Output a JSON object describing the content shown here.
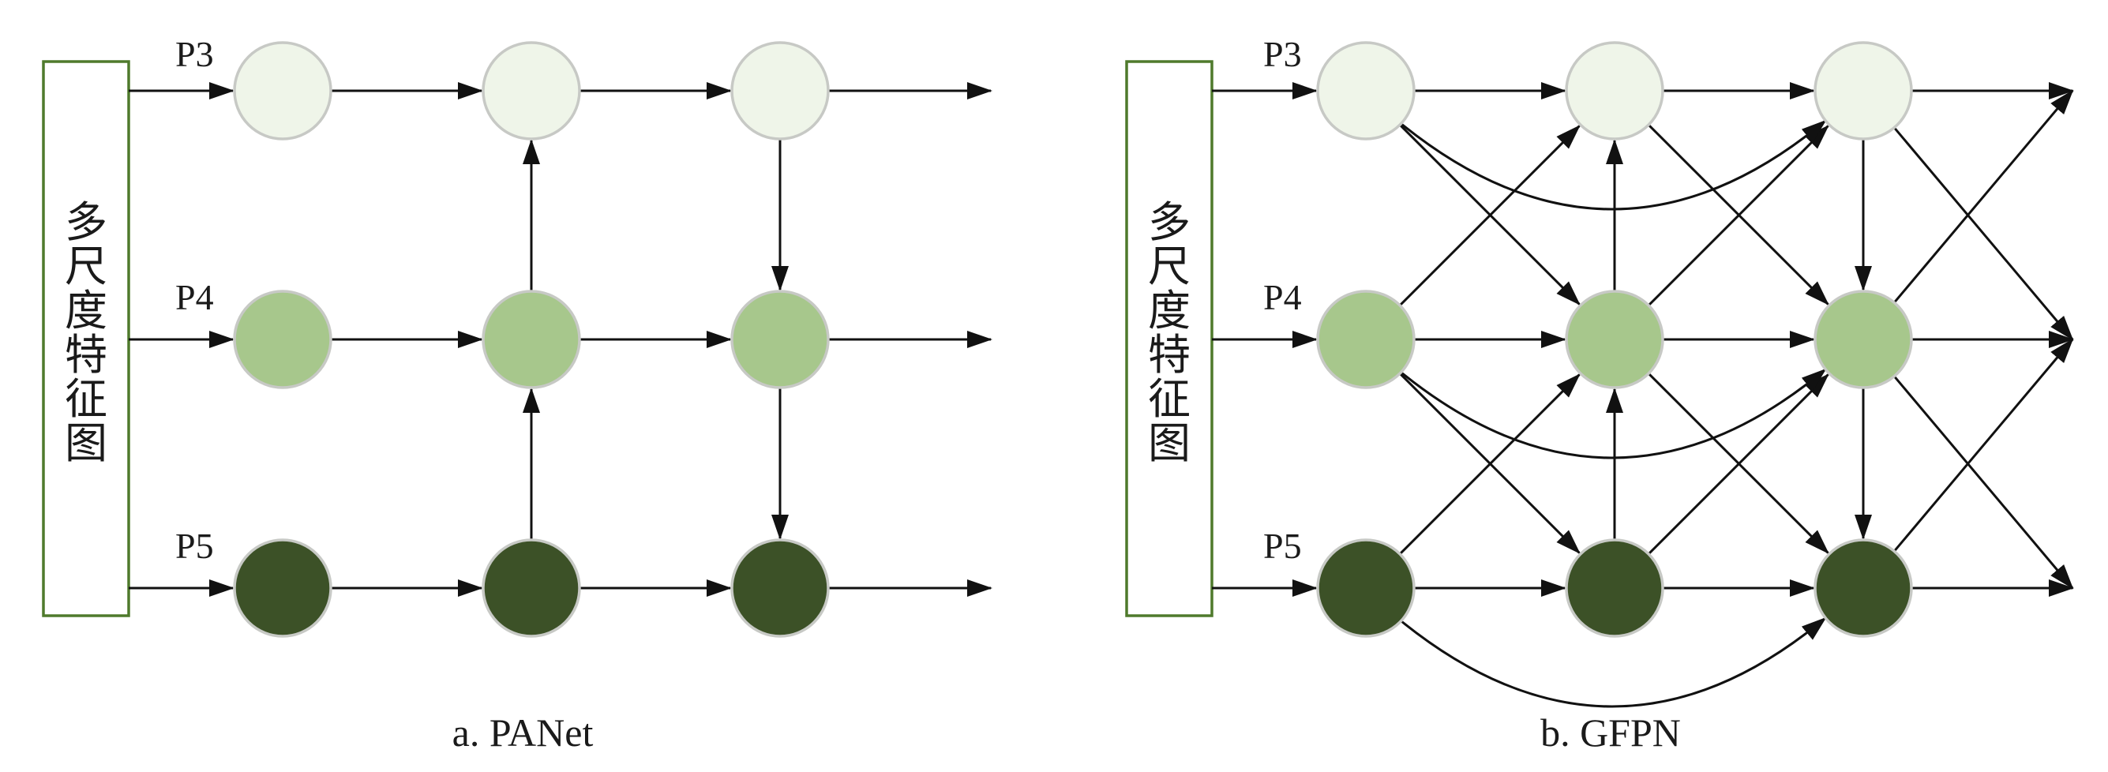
{
  "colors": {
    "p3": "#eff5e9",
    "p4": "#a7c78c",
    "p5": "#3c5127",
    "box_border": "#4f7a2c",
    "edge": "#111111"
  },
  "diagrams": [
    {
      "id": "panet",
      "caption": "a. PANet",
      "box_label": "多尺度特征图",
      "levels": [
        "P3",
        "P4",
        "P5"
      ],
      "edges": [
        [
          "in",
          "P3",
          0,
          0,
          "s"
        ],
        [
          "in",
          "P4",
          0,
          1,
          "s"
        ],
        [
          "in",
          "P5",
          0,
          2,
          "s"
        ],
        [
          0,
          0,
          1,
          0,
          "s"
        ],
        [
          1,
          0,
          2,
          0,
          "s"
        ],
        [
          2,
          0,
          "out",
          0,
          "s"
        ],
        [
          0,
          1,
          1,
          1,
          "s"
        ],
        [
          1,
          1,
          2,
          1,
          "s"
        ],
        [
          2,
          1,
          "out",
          1,
          "s"
        ],
        [
          0,
          2,
          1,
          2,
          "s"
        ],
        [
          1,
          2,
          2,
          2,
          "s"
        ],
        [
          2,
          2,
          "out",
          2,
          "s"
        ],
        [
          1,
          2,
          1,
          1,
          "s"
        ],
        [
          1,
          1,
          1,
          0,
          "s"
        ],
        [
          2,
          0,
          2,
          1,
          "s"
        ],
        [
          2,
          1,
          2,
          2,
          "s"
        ]
      ]
    },
    {
      "id": "gfpn",
      "caption": "b. GFPN",
      "box_label": "多尺度特征图",
      "levels": [
        "P3",
        "P4",
        "P5"
      ],
      "edges": [
        [
          "in",
          "P3",
          0,
          0,
          "s"
        ],
        [
          "in",
          "P4",
          0,
          1,
          "s"
        ],
        [
          "in",
          "P5",
          0,
          2,
          "s"
        ],
        [
          0,
          0,
          1,
          0,
          "s"
        ],
        [
          1,
          0,
          2,
          0,
          "s"
        ],
        [
          2,
          0,
          "out",
          0,
          "s"
        ],
        [
          0,
          1,
          1,
          1,
          "s"
        ],
        [
          1,
          1,
          2,
          1,
          "s"
        ],
        [
          2,
          1,
          "out",
          1,
          "s"
        ],
        [
          0,
          2,
          1,
          2,
          "s"
        ],
        [
          1,
          2,
          2,
          2,
          "s"
        ],
        [
          2,
          2,
          "out",
          2,
          "s"
        ],
        [
          0,
          0,
          1,
          1,
          "s"
        ],
        [
          0,
          1,
          1,
          0,
          "s"
        ],
        [
          0,
          1,
          1,
          2,
          "s"
        ],
        [
          0,
          2,
          1,
          1,
          "s"
        ],
        [
          1,
          0,
          2,
          1,
          "s"
        ],
        [
          1,
          1,
          2,
          0,
          "s"
        ],
        [
          1,
          1,
          2,
          2,
          "s"
        ],
        [
          1,
          2,
          2,
          1,
          "s"
        ],
        [
          2,
          0,
          "out",
          1,
          "s"
        ],
        [
          2,
          1,
          "out",
          0,
          "s"
        ],
        [
          2,
          1,
          "out",
          2,
          "s"
        ],
        [
          2,
          2,
          "out",
          1,
          "s"
        ],
        [
          1,
          2,
          1,
          1,
          "s"
        ],
        [
          1,
          1,
          1,
          0,
          "s"
        ],
        [
          2,
          0,
          2,
          1,
          "s"
        ],
        [
          2,
          1,
          2,
          2,
          "s"
        ],
        [
          0,
          0,
          2,
          0,
          "c"
        ],
        [
          0,
          1,
          2,
          1,
          "c"
        ],
        [
          0,
          2,
          2,
          2,
          "c"
        ]
      ]
    }
  ]
}
